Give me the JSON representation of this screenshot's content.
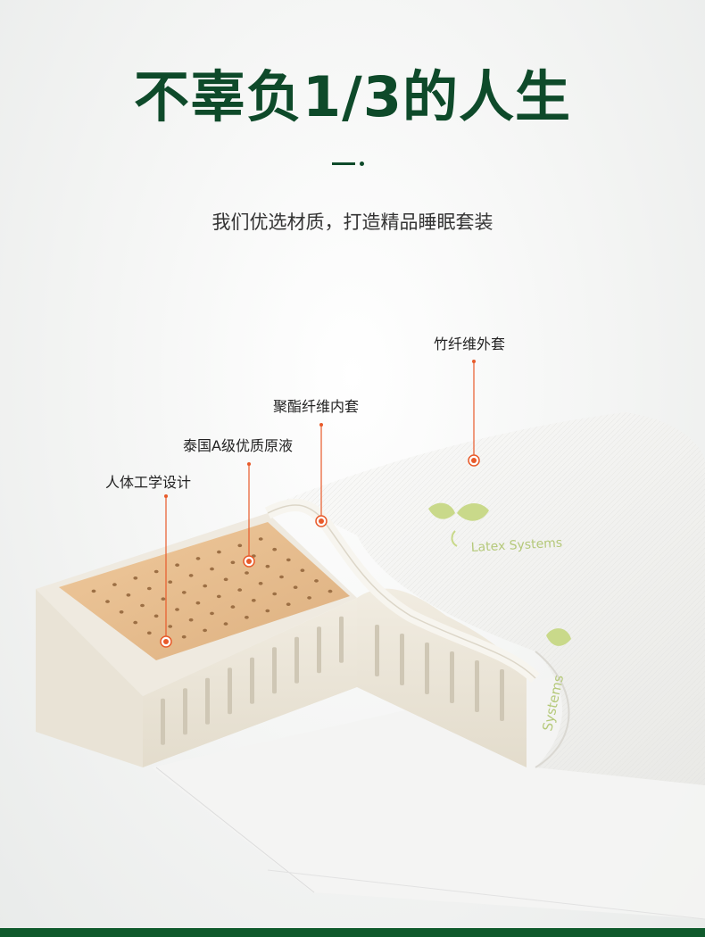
{
  "header": {
    "title": "不辜负1/3的人生",
    "subtitle": "我们优选材质，打造精品睡眠套装"
  },
  "callouts": [
    {
      "id": "bamboo-cover",
      "label": "竹纤维外套"
    },
    {
      "id": "polyester-inner-cover",
      "label": "聚酯纤维内套"
    },
    {
      "id": "thai-latex",
      "label": "泰国A级优质原液"
    },
    {
      "id": "ergonomic",
      "label": "人体工学设计"
    }
  ],
  "brand": {
    "logo_text": "Latex Systems",
    "logo_text_side": "Systems"
  },
  "colors": {
    "title_green": "#0e4a2a",
    "accent_orange": "#e85a2a",
    "latex_core": "#e8bf90",
    "foam": "#ece6d8",
    "bottom_bar": "#0f5a2c"
  }
}
